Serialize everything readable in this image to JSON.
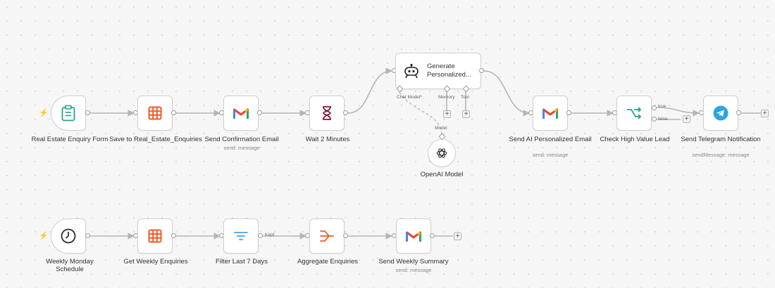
{
  "colors": {
    "accent": "#ff6d5a",
    "edge": "#b5b5b5",
    "sheets": "#f05a28",
    "gmail_red": "#ea4335",
    "teal": "#27a08a",
    "telegram": "#2aa5e0"
  },
  "workflow1": {
    "form": {
      "label": "Real Estate Enquiry Form",
      "icon": "clipboard-icon"
    },
    "save": {
      "label": "Save to Real_Estate_Enquiries",
      "icon": "table-icon"
    },
    "email": {
      "label": "Send Confirmation Email",
      "sub": "send: message",
      "icon": "gmail-icon"
    },
    "wait": {
      "label": "Wait 2 Minutes",
      "icon": "hourglass-icon"
    },
    "agent": {
      "title": "Generate Personalized...",
      "icon": "robot-icon",
      "ports": {
        "chat_model": "Chat Model",
        "chat_required": "*",
        "memory": "Memory",
        "tool": "Tool"
      }
    },
    "openai": {
      "label": "OpenAI Model",
      "port_label": "Model",
      "icon": "openai-icon"
    },
    "ai_email": {
      "label": "Send AI Personalized Email",
      "sub": "send: message",
      "icon": "gmail-icon"
    },
    "check": {
      "label": "Check High Value Lead",
      "true_label": "true",
      "false_label": "false",
      "icon": "if-branch-icon"
    },
    "telegram": {
      "label": "Send Telegram Notification",
      "sub": "sendMessage: message",
      "icon": "telegram-icon"
    }
  },
  "workflow2": {
    "schedule": {
      "label": "Weekly Monday Schedule",
      "icon": "clock-icon"
    },
    "get": {
      "label": "Get Weekly Enquiries",
      "icon": "table-icon"
    },
    "filter": {
      "label": "Filter Last 7 Days",
      "kept_label": "Kept",
      "icon": "filter-icon"
    },
    "aggregate": {
      "label": "Aggregate Enquiries",
      "icon": "aggregate-icon"
    },
    "summary": {
      "label": "Send Weekly Summary",
      "sub": "send: message",
      "icon": "gmail-icon"
    }
  },
  "plus_symbol": "+"
}
